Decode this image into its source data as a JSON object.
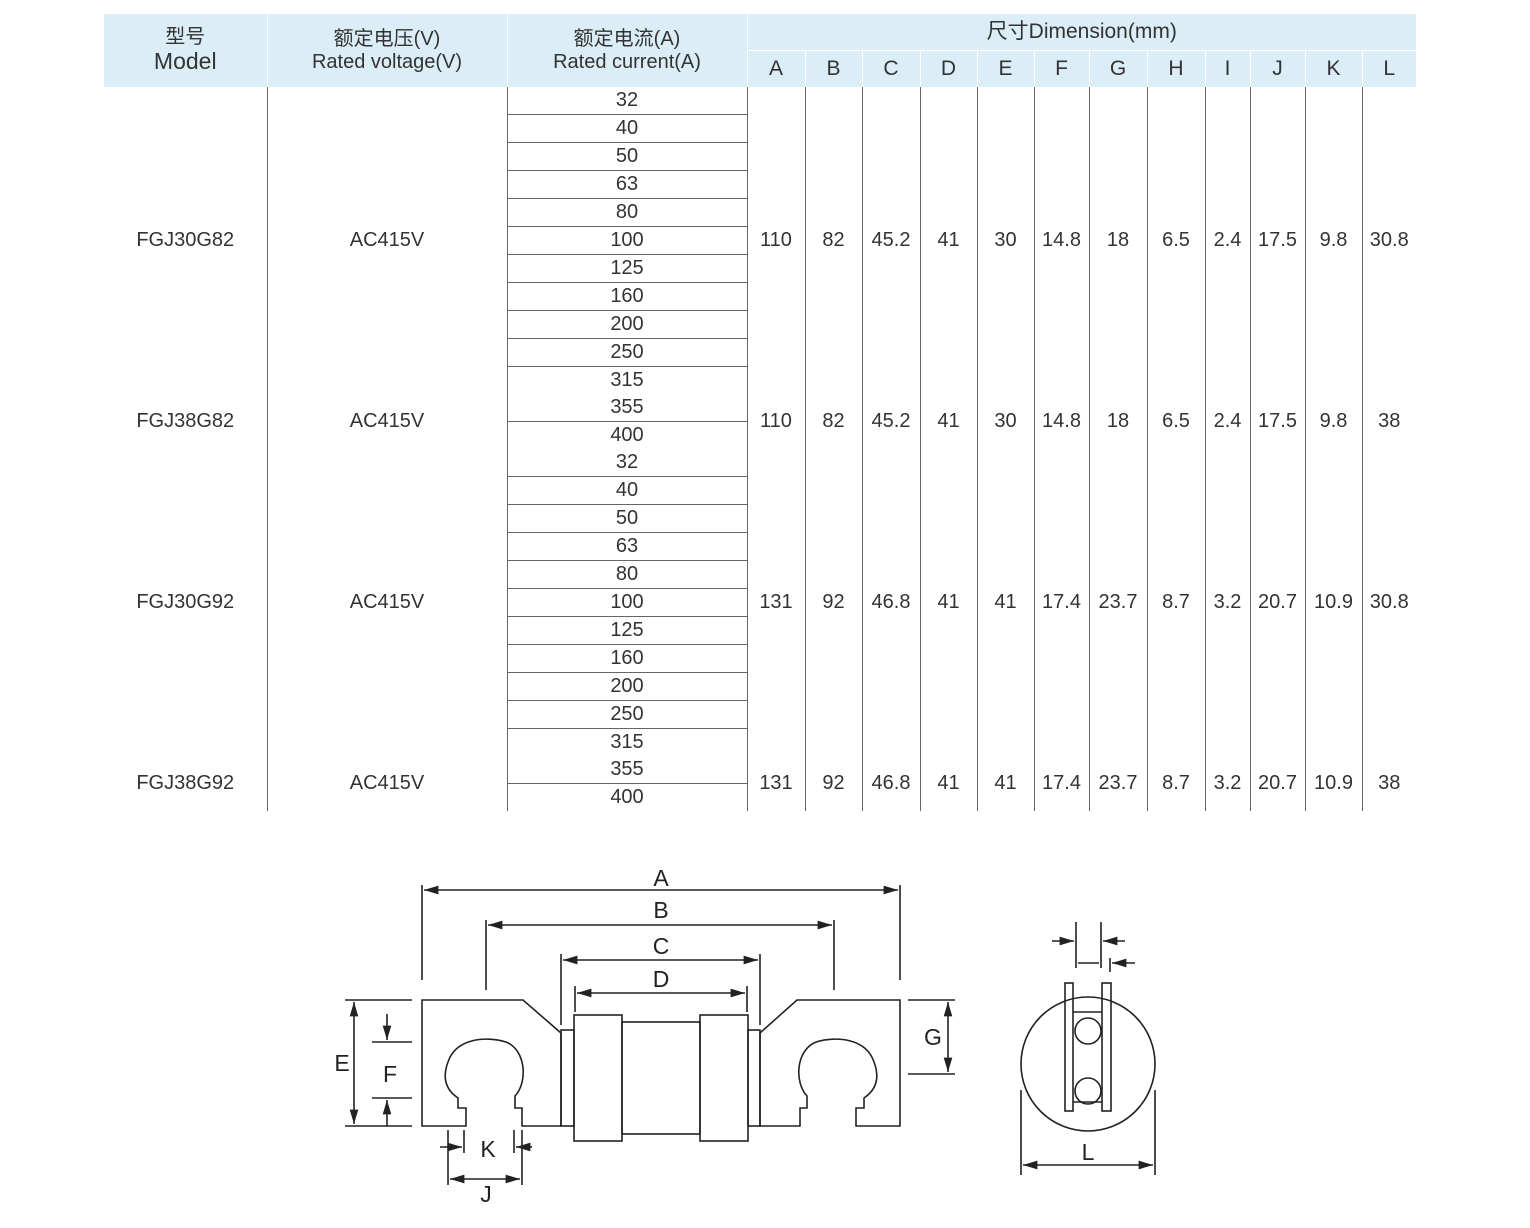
{
  "table": {
    "headers": {
      "model_cn": "型号",
      "model_en": "Model",
      "voltage_cn": "额定电压(V)",
      "voltage_en": "Rated voltage(V)",
      "current_cn": "额定电流(A)",
      "current_en": "Rated current(A)",
      "dimension": "尺寸Dimension(mm)",
      "dims": [
        "A",
        "B",
        "C",
        "D",
        "E",
        "F",
        "G",
        "H",
        "I",
        "J",
        "K",
        "L"
      ]
    },
    "rows": [
      {
        "model": "FGJ30G82",
        "voltage": "AC415V",
        "currents": [
          "32",
          "40",
          "50",
          "63",
          "80",
          "100",
          "125",
          "160",
          "200",
          "250",
          "315"
        ],
        "dims": [
          "110",
          "82",
          "45.2",
          "41",
          "30",
          "14.8",
          "18",
          "6.5",
          "2.4",
          "17.5",
          "9.8",
          "30.8"
        ]
      },
      {
        "model": "FGJ38G82",
        "voltage": "AC415V",
        "currents": [
          "355",
          "400"
        ],
        "dims": [
          "110",
          "82",
          "45.2",
          "41",
          "30",
          "14.8",
          "18",
          "6.5",
          "2.4",
          "17.5",
          "9.8",
          "38"
        ]
      },
      {
        "model": "FGJ30G92",
        "voltage": "AC415V",
        "currents": [
          "32",
          "40",
          "50",
          "63",
          "80",
          "100",
          "125",
          "160",
          "200",
          "250",
          "315"
        ],
        "dims": [
          "131",
          "92",
          "46.8",
          "41",
          "41",
          "17.4",
          "23.7",
          "8.7",
          "3.2",
          "20.7",
          "10.9",
          "30.8"
        ]
      },
      {
        "model": "FGJ38G92",
        "voltage": "AC415V",
        "currents": [
          "355",
          "400"
        ],
        "dims": [
          "131",
          "92",
          "46.8",
          "41",
          "41",
          "17.4",
          "23.7",
          "8.7",
          "3.2",
          "20.7",
          "10.9",
          "38"
        ]
      }
    ]
  },
  "diagram": {
    "labels": {
      "A": "A",
      "B": "B",
      "C": "C",
      "D": "D",
      "E": "E",
      "F": "F",
      "G": "G",
      "J": "J",
      "K": "K",
      "L": "L"
    }
  },
  "colors": {
    "header_bg": "#dbedf6",
    "text": "#333333",
    "rule": "#666666"
  }
}
